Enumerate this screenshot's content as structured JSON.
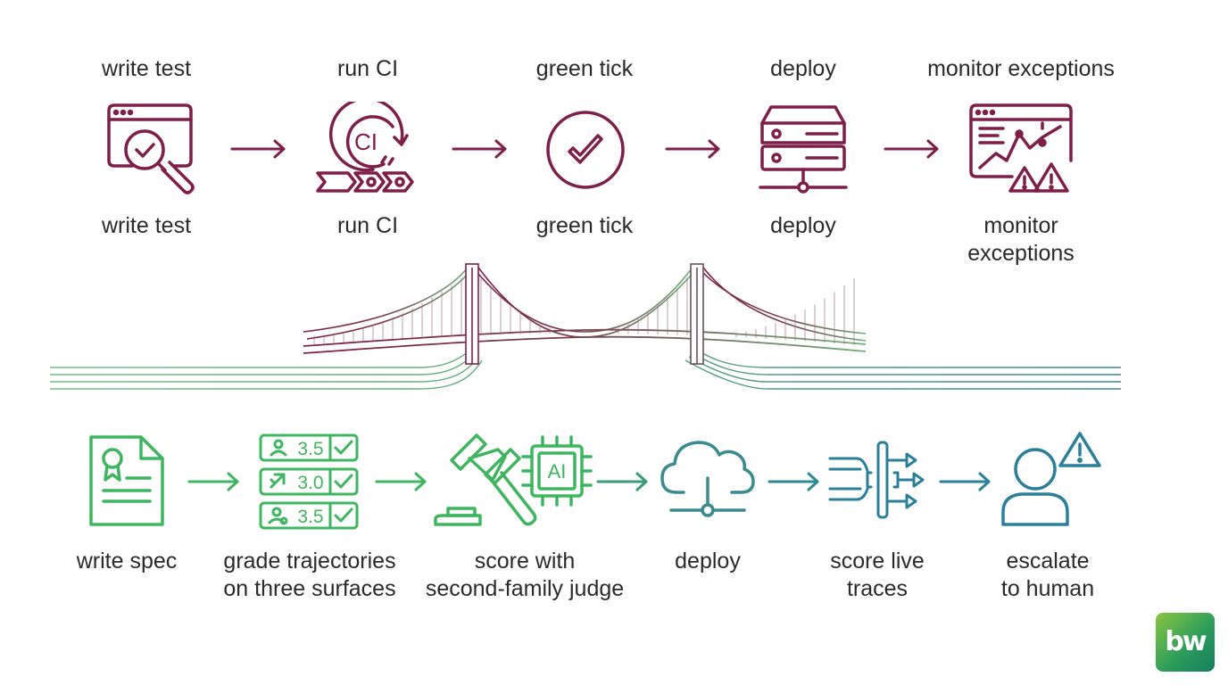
{
  "colors": {
    "top": "#7e1f49",
    "bottom_green": "#3fb560",
    "bottom_teal": "#3a8a8e",
    "bottom_blue": "#2c7f9a"
  },
  "top_steps": [
    {
      "label_above": "write test",
      "label_below": "write test",
      "icon": "browser-magnifier-check-icon"
    },
    {
      "label_above": "run CI",
      "label_below": "run CI",
      "icon": "ci-pipeline-icon",
      "icon_text": "CI"
    },
    {
      "label_above": "green tick",
      "label_below": "green tick",
      "icon": "check-circle-icon"
    },
    {
      "label_above": "deploy",
      "label_below": "deploy",
      "icon": "server-icon"
    },
    {
      "label_above": "monitor exceptions",
      "label_below_lines": [
        "monitor",
        "exceptions"
      ],
      "icon": "monitor-chart-warning-icon"
    }
  ],
  "bottom_steps": [
    {
      "label_lines": [
        "write spec"
      ],
      "icon": "certificate-document-icon"
    },
    {
      "label_lines": [
        "grade trajectories",
        "on three surfaces"
      ],
      "icon": "scorecard-icon",
      "scores": [
        "3.5",
        "3.0",
        "3.5"
      ]
    },
    {
      "label_lines": [
        "score with",
        "second-family judge"
      ],
      "icon": "gavel-ai-chip-icon",
      "icon_text": "AI"
    },
    {
      "label_lines": [
        "deploy"
      ],
      "icon": "cloud-network-icon"
    },
    {
      "label_lines": [
        "score live",
        "traces"
      ],
      "icon": "trace-filter-icon"
    },
    {
      "label_lines": [
        "escalate",
        "to human"
      ],
      "icon": "person-alert-icon"
    }
  ],
  "logo": {
    "text": "bw"
  }
}
